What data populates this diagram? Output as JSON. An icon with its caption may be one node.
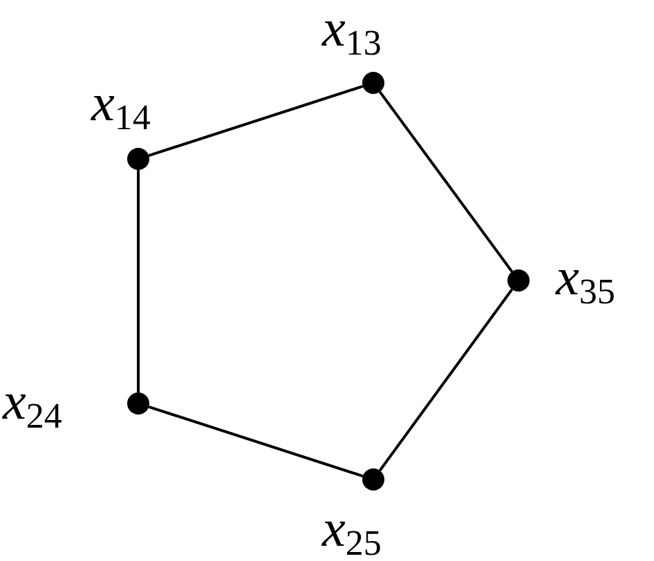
{
  "diagram": {
    "nodes": [
      {
        "text": [],
        "shape": "circle",
        "beside": [
          "*x*$_{13}$"
        ]
      },
      {
        "text": [],
        "shape": "circle",
        "beside": [
          "*x*$_{14}$"
        ]
      },
      {
        "text": [],
        "shape": "circle",
        "beside": [
          "*x*$_{35}$"
        ]
      },
      {
        "text": [],
        "shape": "circle",
        "beside": [
          "*x*$_{24}$"
        ]
      },
      {
        "text": [],
        "shape": "circle",
        "beside": [
          "*x*$_{25}$"
        ]
      }
    ],
    "edges": [
      {
        "from": 1,
        "to": 0,
        "arrow": "none"
      },
      {
        "from": 0,
        "to": 2,
        "arrow": "none"
      },
      {
        "from": 2,
        "to": 4,
        "arrow": "none"
      },
      {
        "from": 4,
        "to": 3,
        "arrow": "none"
      },
      {
        "from": 3,
        "to": 1,
        "arrow": "none"
      }
    ]
  }
}
